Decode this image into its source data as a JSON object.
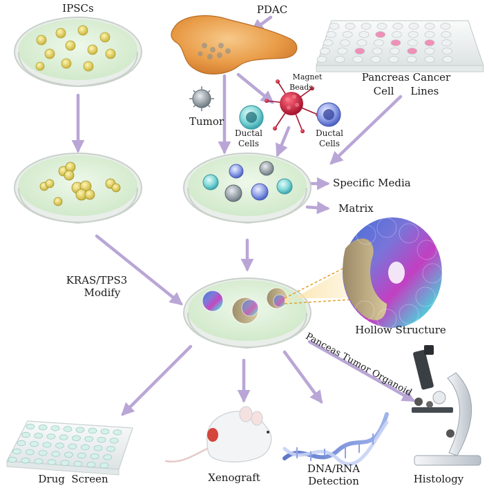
{
  "labels": {
    "ipscs": "IPSCs",
    "pdac": "PDAC",
    "pancreas_cancer_cell_lines_1": "Pancreas Cancer",
    "pancreas_cancer_cell_lines_2": "Cell     Lines",
    "magnet_beads_1": "Magnet",
    "magnet_beads_2": "Beads",
    "tumor": "Tumor",
    "ductal_cells_left_1": "Ductal",
    "ductal_cells_left_2": "Cells",
    "ductal_cells_right_1": "Ductal",
    "ductal_cells_right_2": "Cells",
    "specific_media": "Specific Media",
    "matrix": "Matrix",
    "kras_1": "KRAS/TPS3",
    "kras_2": "Modify",
    "hollow_structure": "Hollow Structure",
    "panceas_tumor_organoid": "Panceas Tumor Organoid",
    "drug_screen": "Drug  Screen",
    "xenograft": "Xenograft",
    "dna_rna_1": "DNA/RNA",
    "dna_rna_2": "Detection",
    "histology": "Histology"
  },
  "colors": {
    "arrow": "#b9a6d6",
    "dish_liquid": "#dcefd6",
    "dish_rim": "#cfd6cf",
    "pancreas": "#e9a24a",
    "bead": "#c7243d",
    "cell_teal": "#6cc8c8",
    "cell_blue": "#7b8fd8",
    "organoid_blue": "#3f6fd9",
    "organoid_magenta": "#c23fc2",
    "organoid_tan": "#c9b48a",
    "callout": "#f2b740"
  }
}
